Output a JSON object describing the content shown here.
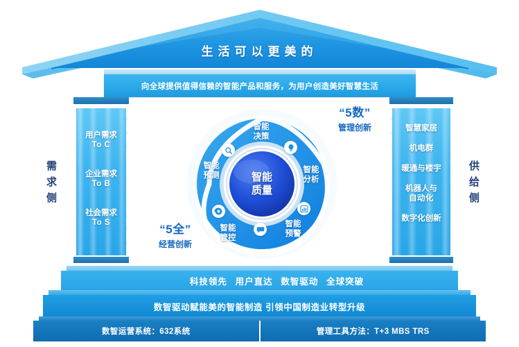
{
  "roof": {
    "title": "生活可以更美的"
  },
  "mission": {
    "text": "向全球提供值得信赖的智能产品和服务，为用户创造美好智慧生活"
  },
  "left_column": {
    "side_label": "需求侧",
    "items": [
      {
        "name": "用户需求",
        "sub": "To C"
      },
      {
        "name": "企业需求",
        "sub": "To B"
      },
      {
        "name": "社会需求",
        "sub": "To S"
      }
    ]
  },
  "right_column": {
    "side_label": "供给侧",
    "items": [
      {
        "name": "智慧家居"
      },
      {
        "name": "机电群"
      },
      {
        "name": "暖通与楼宇"
      },
      {
        "name": "机器人与",
        "sub": "自动化"
      },
      {
        "name": "数字化创新"
      }
    ]
  },
  "hub": {
    "center": "智能\n质量",
    "center_line1": "智能",
    "center_line2": "质量",
    "petals": [
      {
        "label_line1": "智能",
        "label_line2": "决策",
        "icon": "lightbulb-icon"
      },
      {
        "label_line1": "智能",
        "label_line2": "分析",
        "icon": "bar-chart-icon"
      },
      {
        "label_line1": "智能",
        "label_line2": "预警",
        "icon": "alert-chat-icon"
      },
      {
        "label_line1": "智能",
        "label_line2": "管控",
        "icon": "gear-icon"
      },
      {
        "label_line1": "智能",
        "label_line2": "预测",
        "icon": "search-icon"
      }
    ]
  },
  "callouts": {
    "shu": {
      "big": "“5数”",
      "small": "管理创新"
    },
    "quan": {
      "big": "“5全”",
      "small": "经营创新"
    }
  },
  "steps": {
    "step1": [
      "科技领先",
      "用户直达",
      "数智驱动",
      "全球突破"
    ],
    "step2": "数智驱动赋能美的智能制造   引领中国制造业转型升级",
    "step3": [
      "数智运营系统：632系统",
      "管理工具方法：T+3  MBS  TRS"
    ]
  },
  "colors": {
    "roof_front": "#2196e3",
    "roof_side": "#5ec2f0",
    "banner": "#2ba8e8",
    "column": "#3db4ef",
    "center_circle": "#1a53c8",
    "petal": "#1e95ea",
    "callout_text": "#1769c0",
    "side_label_text": "#24407a",
    "step1": "#2aa4e7",
    "step2": "#1287d3",
    "step3": "#0f6cb0"
  }
}
